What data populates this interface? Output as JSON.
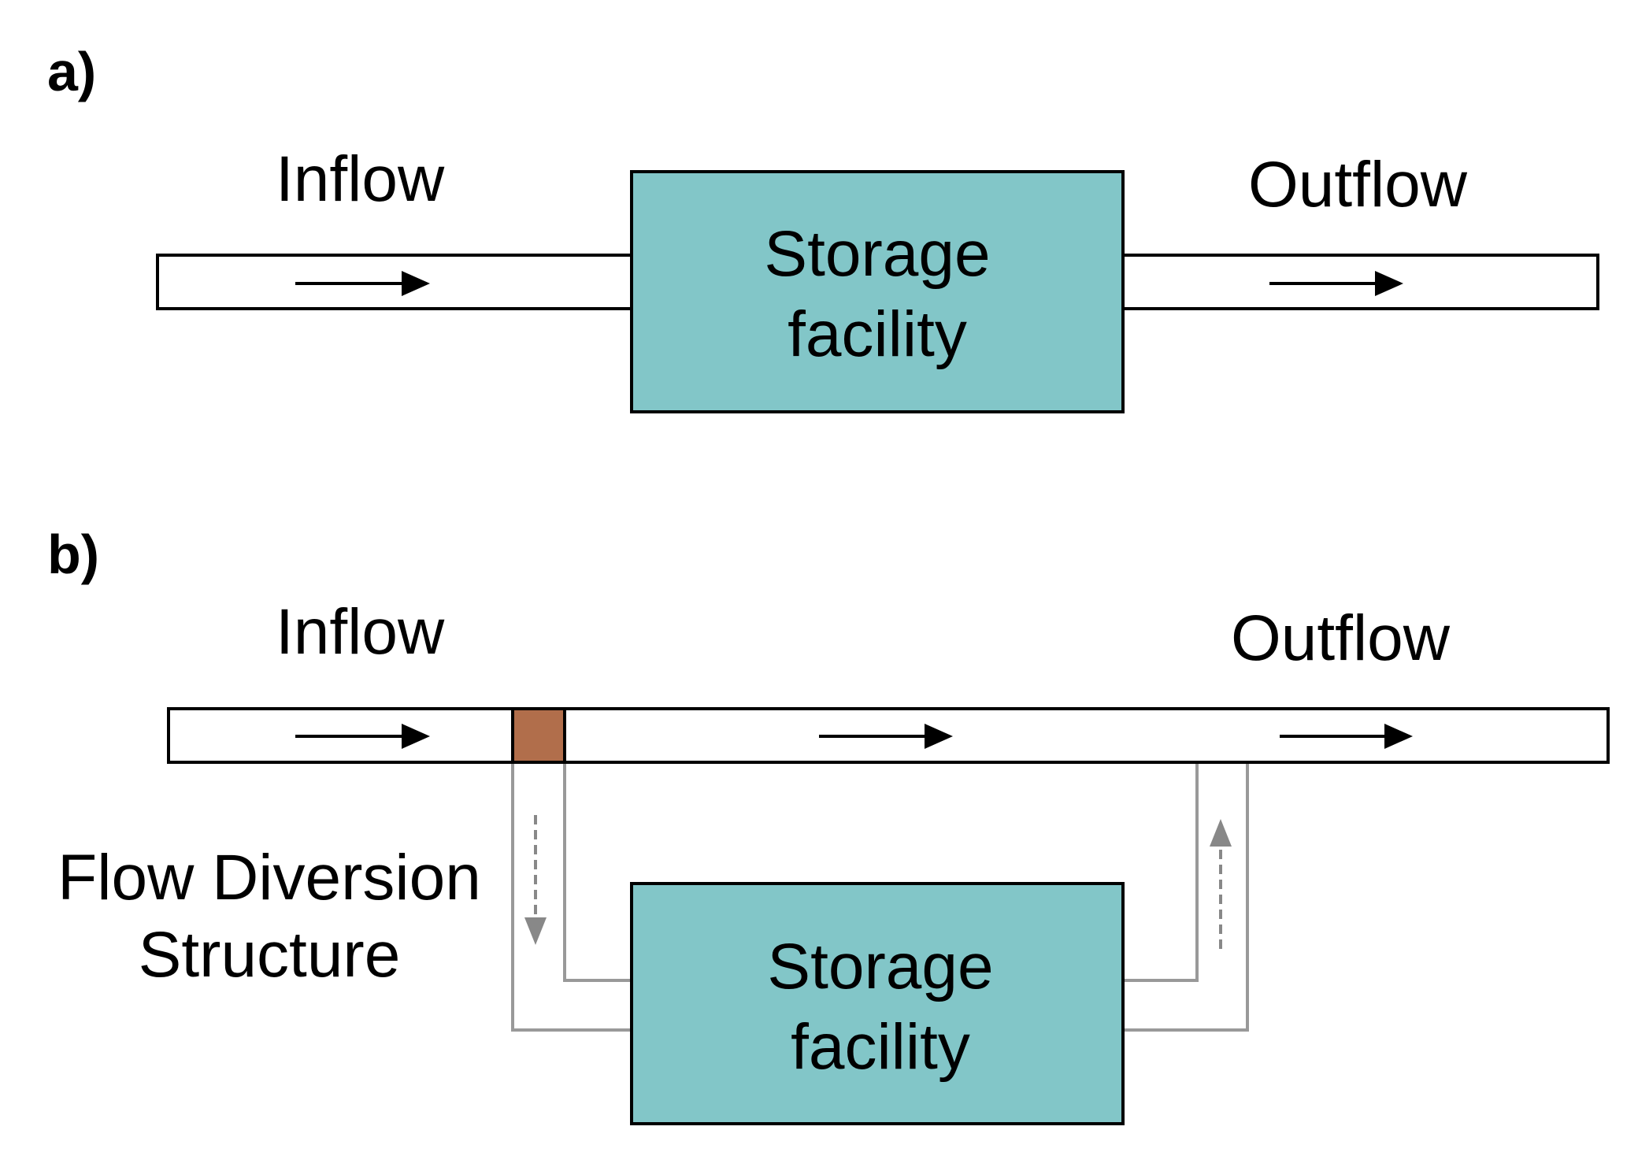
{
  "colors": {
    "storage_fill": "#82c6c8",
    "diversion_fill": "#b16e4b",
    "pipe_stroke": "#000000",
    "branch_stroke": "#999999",
    "branch_arrow": "#888888"
  },
  "panel_a": {
    "letter": "a)",
    "inflow_label": "Inflow",
    "outflow_label": "Outflow",
    "storage_label_line1": "Storage",
    "storage_label_line2": "facility"
  },
  "panel_b": {
    "letter": "b)",
    "inflow_label": "Inflow",
    "outflow_label": "Outflow",
    "diversion_label_line1": "Flow Diversion",
    "diversion_label_line2": "Structure",
    "storage_label_line1": "Storage",
    "storage_label_line2": "facility"
  }
}
